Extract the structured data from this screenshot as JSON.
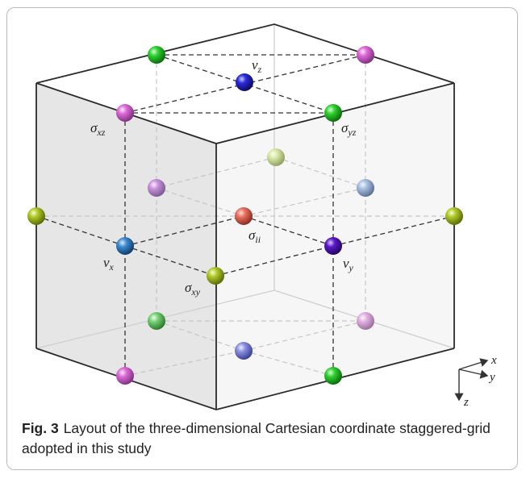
{
  "labels": {
    "v_z": "v",
    "v_z_sub": "z",
    "v_x": "v",
    "v_x_sub": "x",
    "v_y": "v",
    "v_y_sub": "y",
    "sigma_xz": "σ",
    "sigma_xz_sub": "xz",
    "sigma_yz": "σ",
    "sigma_yz_sub": "yz",
    "sigma_ii": "σ",
    "sigma_ii_sub": "ii",
    "sigma_xy": "σ",
    "sigma_xy_sub": "xy"
  },
  "axes": {
    "x": "x",
    "y": "y",
    "z": "z"
  },
  "caption": {
    "figure_label": "Fig. 3",
    "text": "Layout of the three-dimensional Cartesian coordinate staggered-grid adopted in this study"
  },
  "colors": {
    "green": "#18b818",
    "magenta": "#d855d0",
    "blue": "#1e1ec0",
    "purple": "#5010b0",
    "yellowgreen": "#a8c020",
    "steelblue": "#2e7fc0",
    "salmon": "#e06858"
  }
}
